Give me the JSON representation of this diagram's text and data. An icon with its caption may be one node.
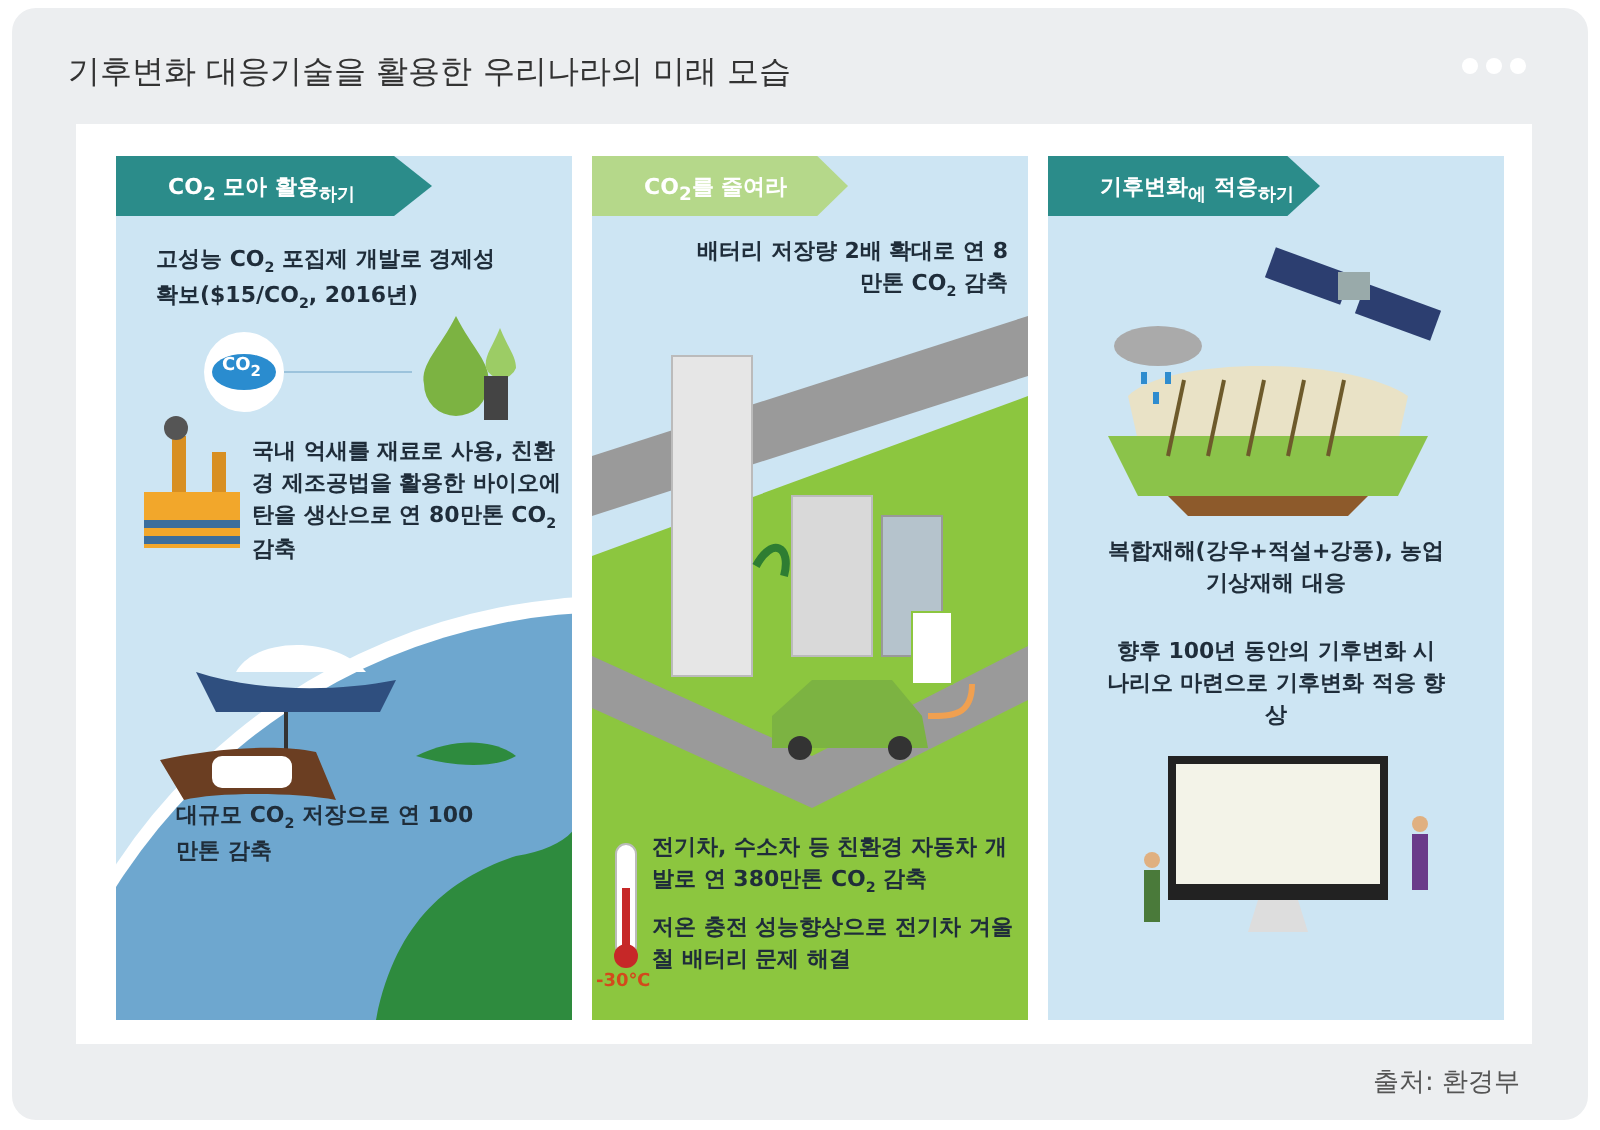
{
  "diagram": {
    "title": "기후변화 대응기술을 활용한 우리나라의 미래 모습",
    "nodes": [
      {
        "text": [
          "CO$_{2}$ 모아 활용$_{하기}$",
          "고성능 CO$_{2}$ 포집제 개발로 경제성 확보($15/CO$_{2}$, 2016년)",
          "국내 억새를 재료로 사용, 친환경 제조공법을 활용한 바이오에탄을 생산으로 연 80만톤 CO$_{2}$ 감축",
          "대규모 CO$_{2}$ 저장으로 연 100만톤 감축"
        ]
      },
      {
        "text": [
          "CO$_{2}$를 줄여라",
          "배터리 저장량 2배 확대로 연 8만톤 CO$_{2}$ 감축",
          "전기차, 수소차 등 친환경 자동차 개발로 연 380만톤 CO$_{2}$ 감축",
          "저온 충전 성능향상으로 전기차 겨울철 배터리 문제 해결"
        ]
      },
      {
        "text": [
          "기후변화$_{에}$ 적응$_{하기}$",
          "복합재해(강우+적설+강풍), 농업 기상재해 대응",
          "향후 100년 동안의 기후변화 시나리오 마련으로 기후변화 적응 향상"
        ]
      }
    ],
    "labels": [
      "CO$_{2}$",
      "-30℃",
      "출처: 환경부"
    ]
  }
}
